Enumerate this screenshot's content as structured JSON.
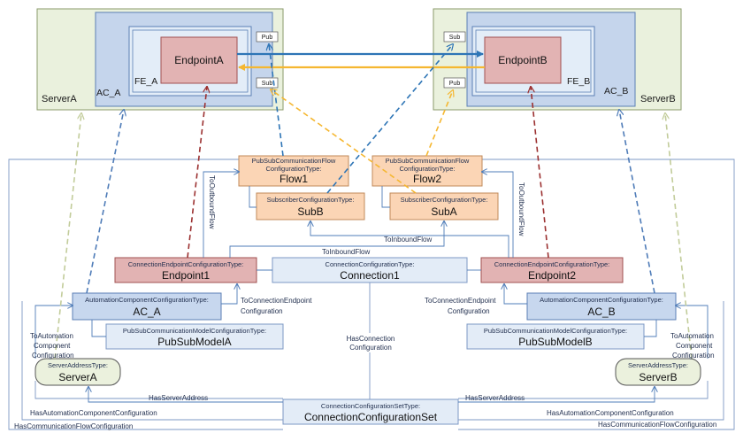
{
  "nodes": {
    "server_a": "ServerA",
    "server_b": "ServerB",
    "ac_a_box": "AC_A",
    "ac_b_box": "AC_B",
    "fe_a": "FE_A",
    "fe_b": "FE_B",
    "endpoint_a": "EndpointA",
    "endpoint_b": "EndpointB",
    "pub_a": "Pub",
    "sub_a": "Sub",
    "sub_b": "Sub",
    "pub_b": "Pub",
    "flow1": {
      "type": "PubSubCommunicationFlow ConfigurationType:",
      "type_l1": "PubSubCommunicationFlow",
      "type_l2": "ConfigurationType:",
      "name": "Flow1"
    },
    "flow2": {
      "type_l1": "PubSubCommunicationFlow",
      "type_l2": "ConfigurationType:",
      "name": "Flow2"
    },
    "subb": {
      "type": "SubscriberConfigurationType:",
      "name": "SubB"
    },
    "suba": {
      "type": "SubscriberConfigurationType:",
      "name": "SubA"
    },
    "endpoint1": {
      "type": "ConnectionEndpointConfigurationType:",
      "name": "Endpoint1"
    },
    "endpoint2": {
      "type": "ConnectionEndpointConfigurationType:",
      "name": "Endpoint2"
    },
    "connection1": {
      "type": "ConnectionConfigurationType:",
      "name": "Connection1"
    },
    "ac_a_cfg": {
      "type": "AutomationComponentConfigurationType:",
      "name": "AC_A"
    },
    "ac_b_cfg": {
      "type": "AutomationComponentConfigurationType:",
      "name": "AC_B"
    },
    "pubsubmodel_a": {
      "type": "PubSubCommunicationModelConfigurationType:",
      "name": "PubSubModelA"
    },
    "pubsubmodel_b": {
      "type": "PubSubCommunicationModelConfigurationType:",
      "name": "PubSubModelB"
    },
    "serveraddr_a": {
      "type": "ServerAddressType:",
      "name": "ServerA"
    },
    "serveraddr_b": {
      "type": "ServerAddressType:",
      "name": "ServerB"
    },
    "connset": {
      "type": "ConnectionConfigurationSetType:",
      "name": "ConnectionConfigurationSet"
    }
  },
  "edges": {
    "to_outbound_flow_left": "ToOutboundFlow",
    "to_outbound_flow_right": "ToOutboundFlow",
    "to_inbound_flow_a": "ToInboundFlow",
    "to_inbound_flow_b": "ToInboundFlow",
    "to_conn_endpoint_left_l1": "ToConnectionEndpoint",
    "to_conn_endpoint_left_l2": "Configuration",
    "to_conn_endpoint_right_l1": "ToConnectionEndpoint",
    "to_conn_endpoint_right_l2": "Configuration",
    "to_automation_left_l1": "ToAutomation",
    "to_automation_left_l2": "Component",
    "to_automation_left_l3": "Configuration",
    "to_automation_right_l1": "ToAutomation",
    "to_automation_right_l2": "Component",
    "to_automation_right_l3": "Configuration",
    "has_connection_l1": "HasConnection",
    "has_connection_l2": "Configuration",
    "has_server_address_left": "HasServerAddress",
    "has_server_address_right": "HasServerAddress",
    "has_ac_config_left": "HasAutomationComponentConfiguration",
    "has_ac_config_right": "HasAutomationComponentConfiguration",
    "has_comm_flow_left": "HasCommunicationFlowConfiguration",
    "has_comm_flow_right": "HasCommunicationFlowConfiguration"
  },
  "colors": {
    "server_fill": "#eaf1dd",
    "ac_fill": "#c5d5ec",
    "fe_fill": "#e3edf8",
    "endpoint_fill": "#e2b3b3",
    "flow_fill": "#fbd5b5",
    "conn_fill": "#e3ecf7",
    "ac_cfg_fill": "#c7d7ee",
    "server_addr_fill": "#ebf1dd",
    "blue_line": "#4f7cb8",
    "orange_line": "#f5b731",
    "darkred_line": "#9b3030",
    "olive_line": "#c2cc9a"
  }
}
